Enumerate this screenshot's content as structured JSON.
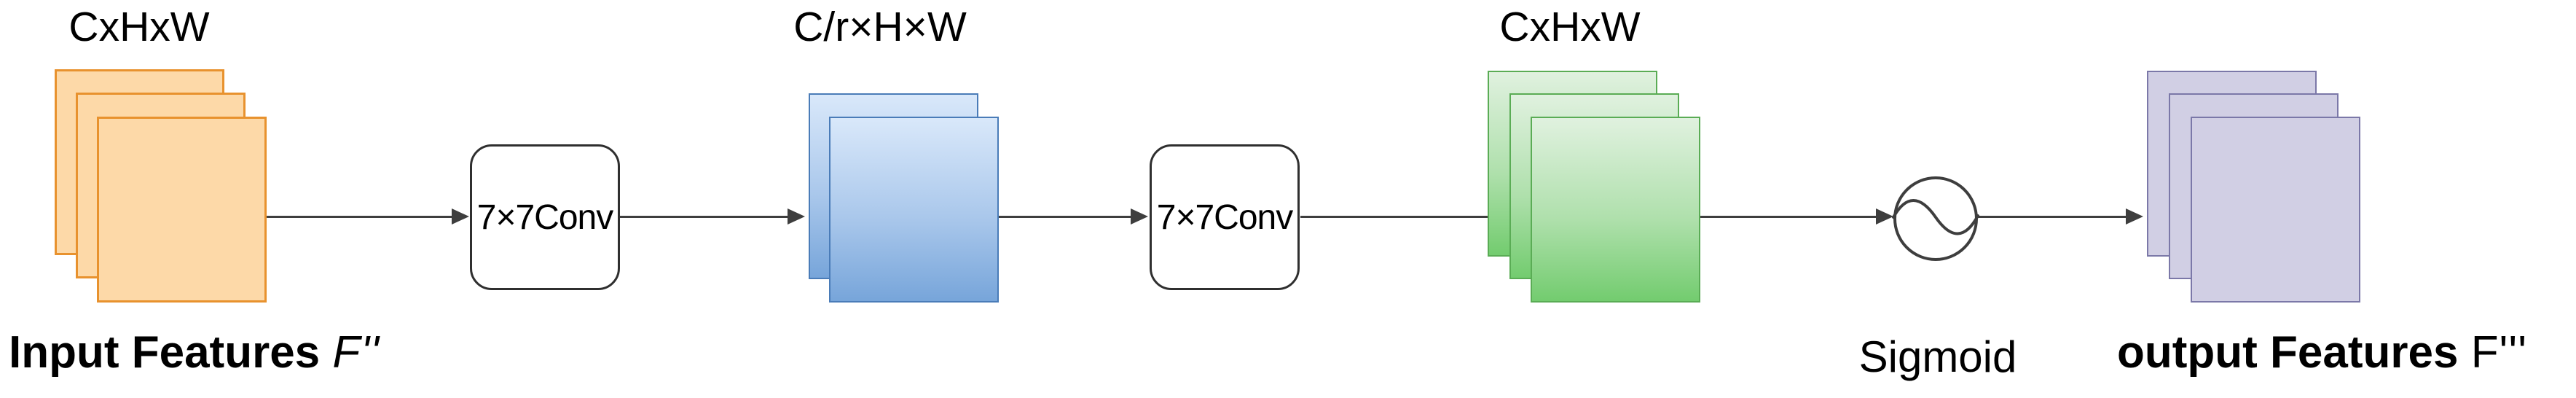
{
  "diagram": {
    "type": "flow-diagram",
    "labels": {
      "input_dim": "CxHxW",
      "mid_dim": "C/r×H×W",
      "gate_dim": "CxHxW",
      "conv1": "7×7Conv",
      "conv2": "7×7Conv",
      "sigmoid": "Sigmoid",
      "input_caption_bold": "Input Features",
      "input_caption_math": "F''",
      "output_caption_bold": "output Features",
      "output_caption_math": "F'''"
    },
    "colors": {
      "background": "#FFFFFF",
      "line": "#3E3E3E",
      "text": "#000000",
      "orange_fill": "#FDD9A8",
      "orange_border": "#E8922E",
      "blue_top": "#D9E8FA",
      "blue_bottom": "#77A5DA",
      "blue_border": "#4A7CB8",
      "green_top": "#E0F1DF",
      "green_bottom": "#73CC6F",
      "green_border": "#5AAC55",
      "purple_fill": "#D1CFE4",
      "purple_border": "#7B78A8",
      "conv_border": "#2F2F2F"
    },
    "stacks": {
      "input": {
        "sheets": 3,
        "color": "orange"
      },
      "mid": {
        "sheets": 2,
        "color": "blue"
      },
      "gate": {
        "sheets": 3,
        "color": "green"
      },
      "output": {
        "sheets": 3,
        "color": "purple"
      }
    }
  }
}
